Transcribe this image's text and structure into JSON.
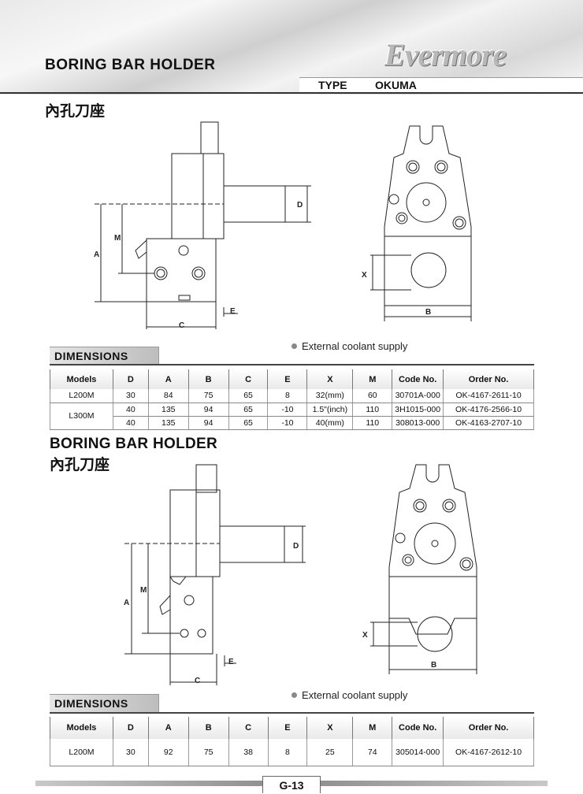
{
  "header": {
    "title": "BORING BAR HOLDER",
    "logo": "Evermore",
    "type_label": "TYPE",
    "type_value": "OKUMA",
    "subtitle": "內孔刀座"
  },
  "drawing1": {
    "labels": {
      "A": "A",
      "M": "M",
      "C": "C",
      "E": "E",
      "D": "D",
      "X": "X",
      "B": "B"
    }
  },
  "section1": {
    "note": "External coolant supply",
    "dims_tab": "DIMENSIONS",
    "columns": [
      "Models",
      "D",
      "A",
      "B",
      "C",
      "E",
      "X",
      "M",
      "Code No.",
      "Order No."
    ],
    "rows": [
      {
        "model": "L200M",
        "D": "30",
        "A": "84",
        "B": "75",
        "C": "65",
        "E": "8",
        "X": "32(mm)",
        "M": "60",
        "code": "30701A-000",
        "order": "OK-4167-2611-10"
      },
      {
        "model": "L300M",
        "D": "40",
        "A": "135",
        "B": "94",
        "C": "65",
        "E": "-10",
        "X": "1.5\"(inch)",
        "M": "110",
        "code": "3H1015-000",
        "order": "OK-4176-2566-10"
      },
      {
        "model": "",
        "D": "40",
        "A": "135",
        "B": "94",
        "C": "65",
        "E": "-10",
        "X": "40(mm)",
        "M": "110",
        "code": "308013-000",
        "order": "OK-4163-2707-10"
      }
    ]
  },
  "section2": {
    "title": "BORING BAR HOLDER",
    "subtitle": "內孔刀座",
    "note": "External coolant supply",
    "dims_tab": "DIMENSIONS",
    "columns": [
      "Models",
      "D",
      "A",
      "B",
      "C",
      "E",
      "X",
      "M",
      "Code No.",
      "Order No."
    ],
    "rows": [
      {
        "model": "L200M",
        "D": "30",
        "A": "92",
        "B": "75",
        "C": "38",
        "E": "8",
        "X": "25",
        "M": "74",
        "code": "305014-000",
        "order": "OK-4167-2612-10"
      }
    ]
  },
  "footer": {
    "page": "G-13"
  }
}
